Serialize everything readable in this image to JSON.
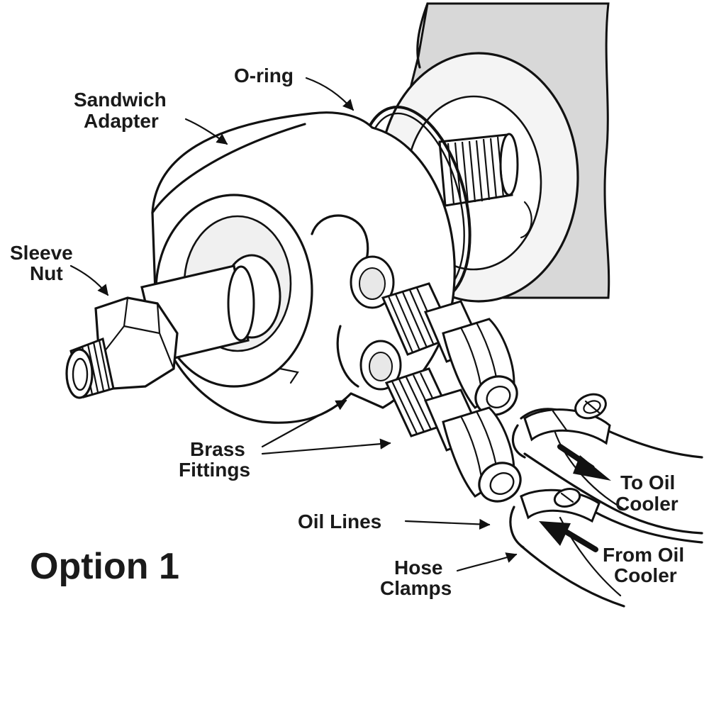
{
  "labels": {
    "o_ring": "O-ring",
    "sandwich_adapter_line1": "Sandwich",
    "sandwich_adapter_line2": "Adapter",
    "sleeve_nut_line1": "Sleeve",
    "sleeve_nut_line2": "Nut",
    "brass_fittings_line1": "Brass",
    "brass_fittings_line2": "Fittings",
    "oil_lines": "Oil Lines",
    "hose_clamps_line1": "Hose",
    "hose_clamps_line2": "Clamps",
    "to_oil_cooler_line1": "To Oil",
    "to_oil_cooler_line2": "Cooler",
    "from_oil_cooler_line1": "From Oil",
    "from_oil_cooler_line2": "Cooler"
  },
  "caption": "Option 1",
  "colors": {
    "engine_block": "#d8d8d8",
    "ink": "#111111",
    "background": "#ffffff"
  }
}
